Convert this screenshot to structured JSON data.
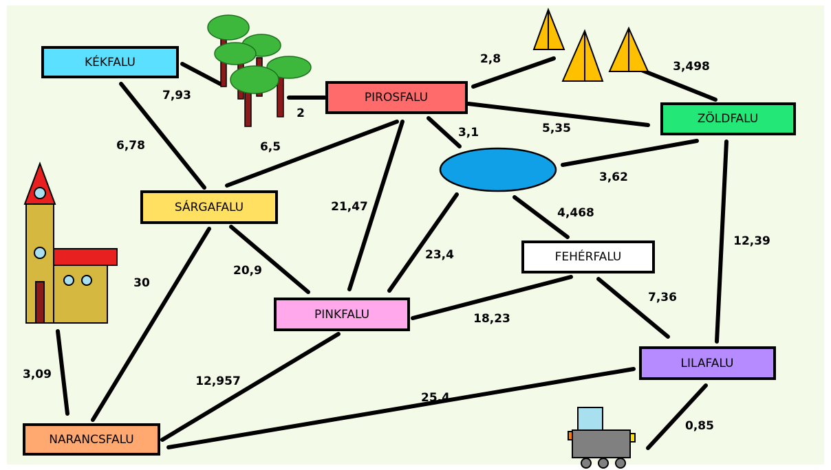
{
  "villages": {
    "kekfalu": {
      "label": "KÉKFALU",
      "color": "#5BE0FF"
    },
    "pirosfalu": {
      "label": "PIROSFALU",
      "color": "#FF6B6B"
    },
    "zoldfalu": {
      "label": "ZÖLDFALU",
      "color": "#23E878"
    },
    "sargafalu": {
      "label": "SÁRGAFALU",
      "color": "#FFE060"
    },
    "pinkfalu": {
      "label": "PINKFALU",
      "color": "#FFA8EC"
    },
    "feherfalu": {
      "label": "FEHÉRFALU",
      "color": "#FFFFFF"
    },
    "lilafalu": {
      "label": "LILAFALU",
      "color": "#B58BFF"
    },
    "narancsfalu": {
      "label": "NARANCSFALU",
      "color": "#FFA870"
    }
  },
  "landmarks": {
    "forest": "tree-icon",
    "pyramids": "pyramid-icon",
    "lake": "lake-icon",
    "church": "church-icon",
    "tractor": "tractor-icon"
  },
  "edge_labels": {
    "kek_forest": "7,93",
    "forest_piros": "2",
    "piros_pyramids": "2,8",
    "pyramids_zold": "3,498",
    "piros_zold": "5,35",
    "piros_lake": "3,1",
    "kek_sarga": "6,78",
    "piros_sarga": "6,5",
    "lake_zold": "3,62",
    "lake_feher": "4,468",
    "piros_pink": "21,47",
    "lake_pink": "23,4",
    "sarga_pink": "20,9",
    "zold_lila": "12,39",
    "sarga_narancs": "30",
    "feher_pink": "18,23",
    "feher_lila": "7,36",
    "church_narancs": "3,09",
    "pink_narancs": "12,957",
    "lila_narancs": "25,4",
    "lila_tractor": "0,85"
  },
  "colors": {
    "background": "#F4FAE8",
    "edge": "#000000",
    "lake": "#0FA0E8",
    "tree_foliage": "#3DB83D",
    "tree_trunk": "#8B1A1A",
    "pyramid": "#FFC000",
    "church_wall": "#D4B840",
    "church_roof": "#E82020",
    "window": "#A8E0F0",
    "tractor_body": "#808080",
    "tractor_cabin": "#A8E0F0"
  }
}
